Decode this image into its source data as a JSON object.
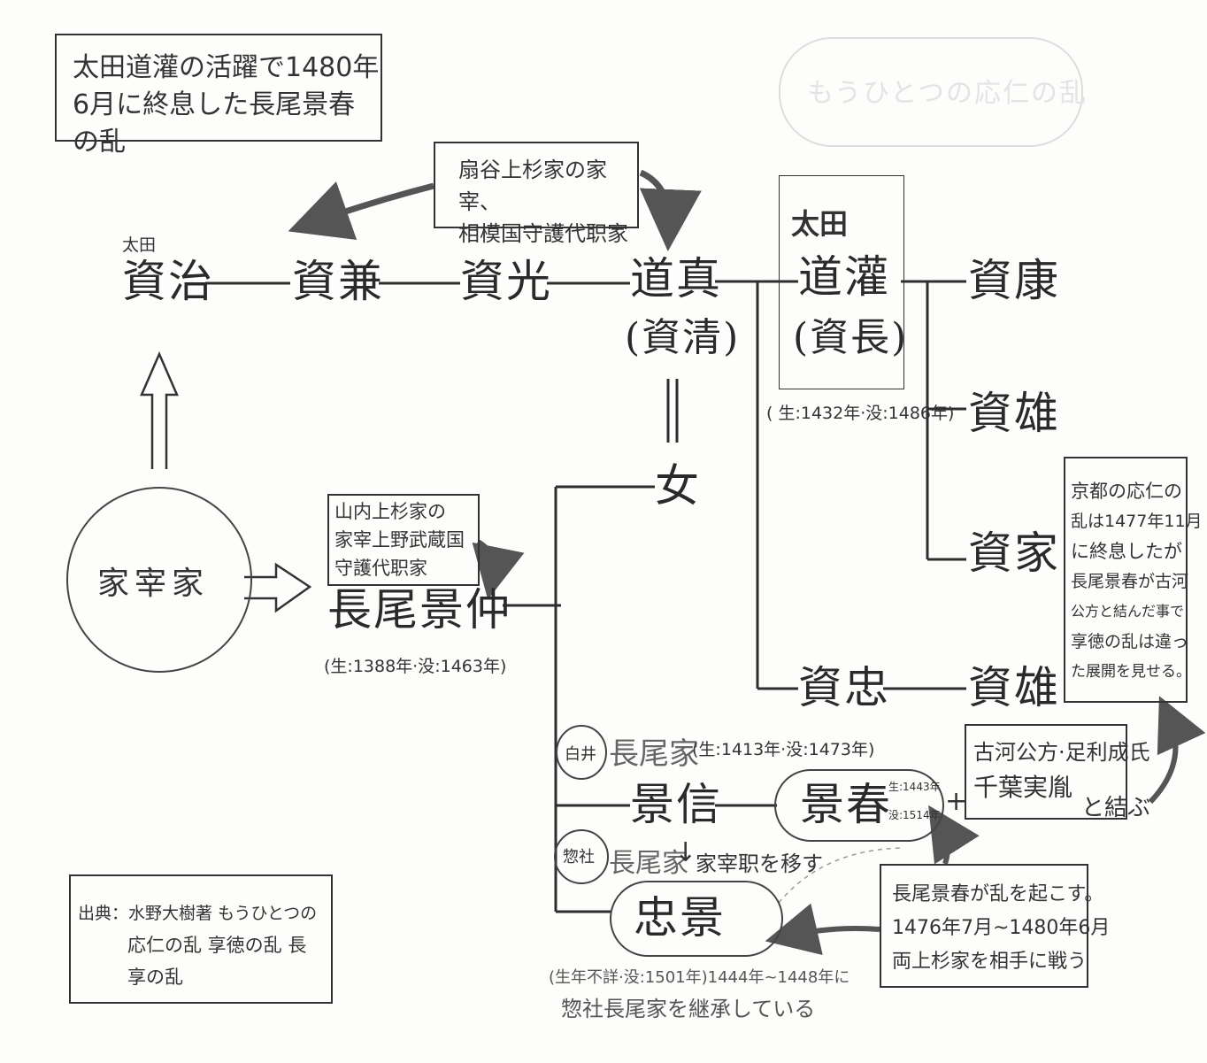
{
  "title": {
    "line1": "太田道灌の活躍で1480年",
    "line2": "6月に終息した長尾景春の乱"
  },
  "ota": {
    "prefix": "太田",
    "suketou": "資治",
    "sukekane": "資兼",
    "sukemitsu": "資光",
    "dousin": "道真",
    "dousin_alias": "(資清)",
    "daughter": "女",
    "doukan_label": "太田",
    "doukan": "道灌",
    "doukan_alias": "(資長)",
    "doukan_life": "( 生:1432年·没:1486年)",
    "sukeyasu": "資康",
    "sukeo1": "資雄",
    "sukeie": "資家",
    "suketada": "資忠",
    "sukeo2": "資雄"
  },
  "ogigayatsu_note": {
    "line1": "扇谷上杉家の家宰、",
    "line2": "相模国守護代职家"
  },
  "kasai": {
    "label": "家宰家"
  },
  "yamanouchi_note": {
    "line1": "山内上杉家の",
    "line2": "家宰上野武蔵国",
    "line3": "守護代职家"
  },
  "nagao": {
    "kagenaka": "長尾景仲",
    "kagenaka_life": "(生:1388年·没:1463年)",
    "shirai_tag": "白井",
    "shirai_family": "長尾家",
    "shirai_life": "(生:1413年·没:1473年)",
    "kagenobu": "景信",
    "kageharu": "景春",
    "kageharu_life1": "生:1443年",
    "kageharu_life2": "没:1514年",
    "plus": "+",
    "sosha_tag": "惣社",
    "sosha_family": "長尾家",
    "sosha_arrow": "↓",
    "sosha_moved": "家宰职を移す",
    "tadakage": "忠景",
    "tadakage_note1": "(生年不詳·没:1501年)1444年~1448年に",
    "tadakage_note2": "惣社長尾家を継承している"
  },
  "alliance": {
    "line1": "古河公方·足利成氏",
    "line2": "千葉実胤",
    "joined": "と結ぶ"
  },
  "rebellion_note": {
    "line1": "長尾景春が乱を起こす。",
    "line2": "1476年7月~1480年6月",
    "line3": "両上杉家を相手に戦う"
  },
  "kyoto_note": {
    "lines": [
      "京都の応仁の",
      "乱は1477年11月",
      "に終息したが",
      "長尾景春が古河",
      "公方と結んだ事で",
      "享徳の乱は違っ",
      "た展開を見せる。"
    ]
  },
  "source": {
    "line1": "出典：水野大樹著 もうひとつの",
    "line2": "応仁の乱 享徳の乱 長",
    "line3": "享の乱"
  },
  "ghost_text": "もうひとつの応仁の乱"
}
